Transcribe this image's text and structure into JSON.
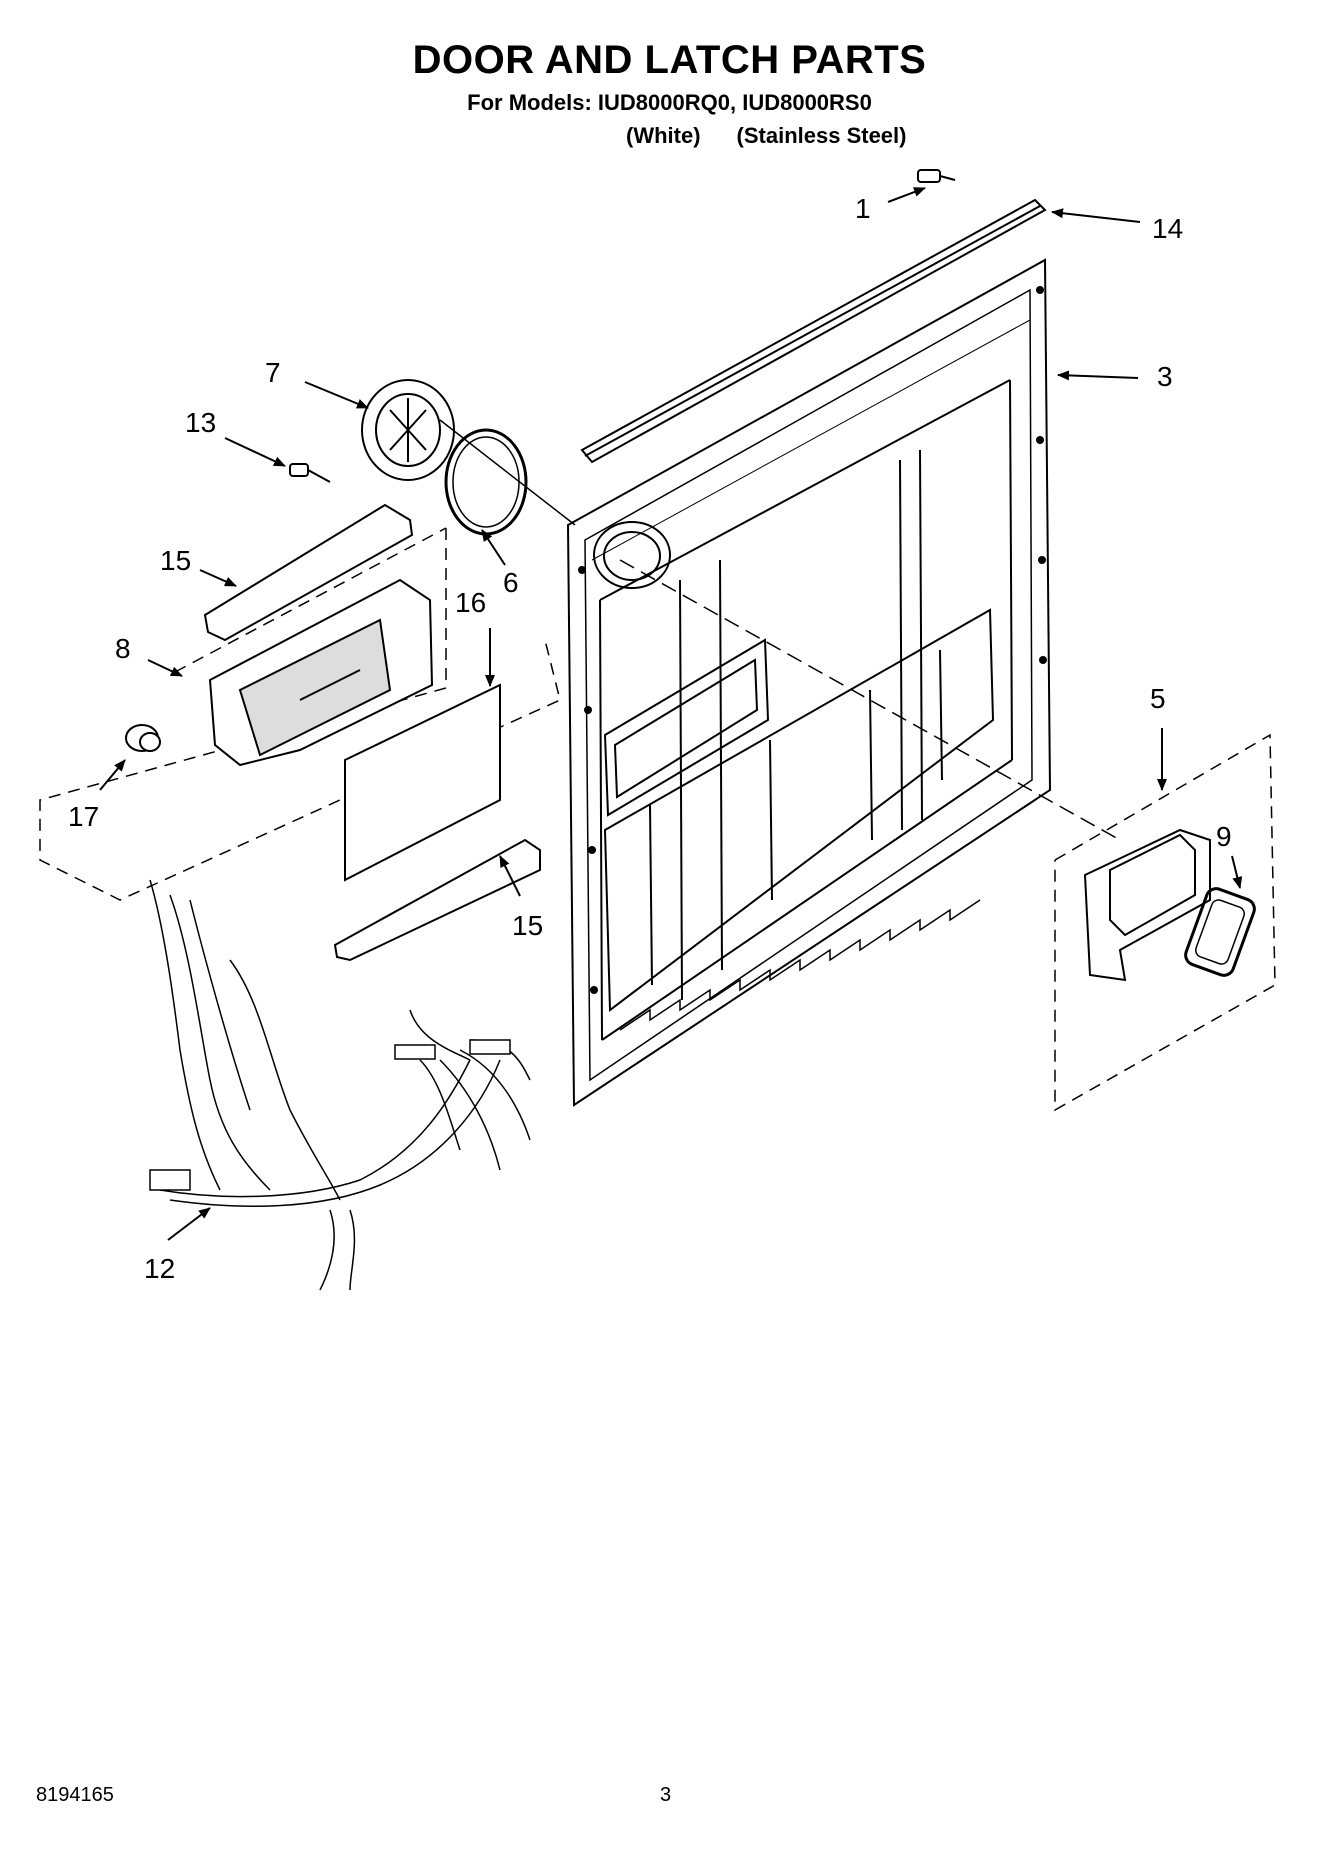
{
  "header": {
    "title": "DOOR AND LATCH PARTS",
    "models_line": "For Models: IUD8000RQ0, IUD8000RS0",
    "variant_white": "(White)",
    "variant_stainless": "(Stainless Steel)"
  },
  "callouts": {
    "c1": "1",
    "c14": "14",
    "c3": "3",
    "c7": "7",
    "c13": "13",
    "c6": "6",
    "c15a": "15",
    "c16": "16",
    "c8": "8",
    "c5": "5",
    "c9": "9",
    "c17": "17",
    "c15b": "15",
    "c12": "12"
  },
  "footer": {
    "doc_number": "8194165",
    "page_number": "3"
  }
}
